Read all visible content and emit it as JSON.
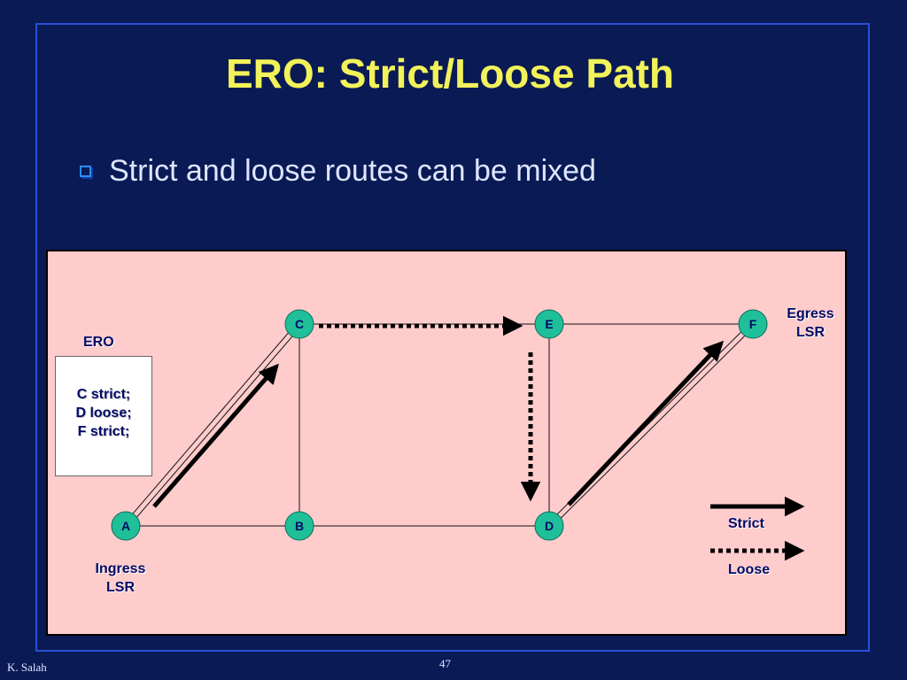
{
  "slide": {
    "title": "ERO: Strict/Loose Path",
    "bullet": "Strict and loose routes can be mixed"
  },
  "diagram": {
    "nodes": [
      {
        "id": "A",
        "label": "A"
      },
      {
        "id": "B",
        "label": "B"
      },
      {
        "id": "C",
        "label": "C"
      },
      {
        "id": "D",
        "label": "D"
      },
      {
        "id": "E",
        "label": "E"
      },
      {
        "id": "F",
        "label": "F"
      }
    ],
    "links": [
      [
        "A",
        "B"
      ],
      [
        "A",
        "C"
      ],
      [
        "C",
        "B"
      ],
      [
        "B",
        "D"
      ],
      [
        "C",
        "E"
      ],
      [
        "E",
        "D"
      ],
      [
        "E",
        "F"
      ],
      [
        "D",
        "F"
      ]
    ],
    "ero_title": "ERO",
    "ero_entries": [
      "C strict;",
      "D loose;",
      "F strict;"
    ],
    "ingress_label": [
      "Ingress",
      "LSR"
    ],
    "egress_label": [
      "Egress",
      "LSR"
    ],
    "legend": {
      "strict": "Strict",
      "loose": "Loose"
    },
    "colors": {
      "node_fill": "#1fbf9a",
      "panel_bg": "#ffcccc",
      "title": "#f2f25a",
      "background": "#0a1a55"
    }
  },
  "footer": {
    "author": "K. Salah",
    "page_number": "47"
  }
}
